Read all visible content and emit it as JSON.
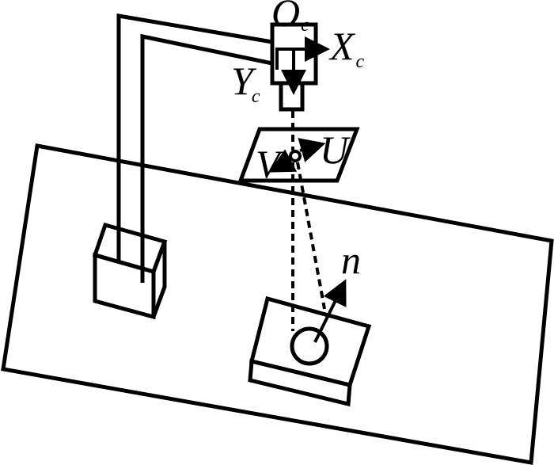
{
  "labels": {
    "origin": "O",
    "origin_sub": "c",
    "x_axis": "X",
    "x_axis_sub": "c",
    "y_axis": "Y",
    "y_axis_sub": "c",
    "u_axis": "U",
    "v_axis": "V",
    "normal": "n"
  }
}
